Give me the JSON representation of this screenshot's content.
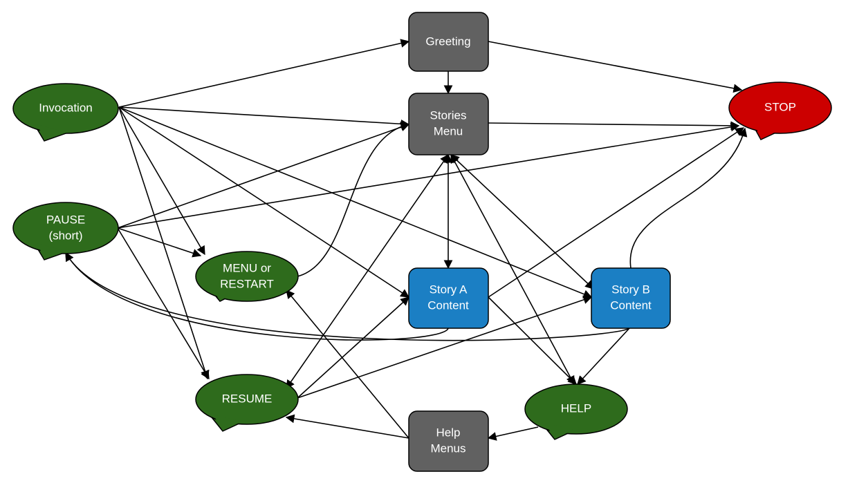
{
  "colors": {
    "screen": "#616161",
    "content": "#1b7fc4",
    "intent": "#2e6b1c",
    "stop": "#cc0000",
    "border": "#000000",
    "text": "#ffffff"
  },
  "nodes": {
    "greeting": {
      "lines": [
        "Greeting"
      ],
      "kind": "screen"
    },
    "stories": {
      "lines": [
        "Stories",
        "Menu"
      ],
      "kind": "screen"
    },
    "help_menus": {
      "lines": [
        "Help",
        "Menus"
      ],
      "kind": "screen"
    },
    "story_a": {
      "lines": [
        "Story A",
        "Content"
      ],
      "kind": "content"
    },
    "story_b": {
      "lines": [
        "Story B",
        "Content"
      ],
      "kind": "content"
    },
    "invocation": {
      "lines": [
        "Invocation"
      ],
      "kind": "intent"
    },
    "pause": {
      "lines": [
        "PAUSE",
        "(short)"
      ],
      "kind": "intent"
    },
    "menu_restart": {
      "lines": [
        "MENU or",
        "RESTART"
      ],
      "kind": "intent"
    },
    "resume": {
      "lines": [
        "RESUME"
      ],
      "kind": "intent"
    },
    "help": {
      "lines": [
        "HELP"
      ],
      "kind": "intent"
    },
    "stop": {
      "lines": [
        "STOP"
      ],
      "kind": "stop"
    }
  },
  "edges": [
    [
      "invocation",
      "greeting"
    ],
    [
      "invocation",
      "stories"
    ],
    [
      "invocation",
      "menu_restart"
    ],
    [
      "invocation",
      "resume"
    ],
    [
      "invocation",
      "story_a"
    ],
    [
      "invocation",
      "story_b"
    ],
    [
      "greeting",
      "stories"
    ],
    [
      "greeting",
      "stop"
    ],
    [
      "stories",
      "stop"
    ],
    [
      "stories",
      "story_a"
    ],
    [
      "story_a",
      "stories"
    ],
    [
      "stories",
      "resume"
    ],
    [
      "stories",
      "story_b"
    ],
    [
      "story_b",
      "stories"
    ],
    [
      "stories",
      "help"
    ],
    [
      "help",
      "stories"
    ],
    [
      "pause",
      "stories"
    ],
    [
      "pause",
      "stop"
    ],
    [
      "pause",
      "menu_restart"
    ],
    [
      "pause",
      "resume"
    ],
    [
      "menu_restart",
      "stories"
    ],
    [
      "story_a",
      "pause"
    ],
    [
      "story_b",
      "pause"
    ],
    [
      "story_a",
      "stop"
    ],
    [
      "story_a",
      "help"
    ],
    [
      "story_b",
      "stop"
    ],
    [
      "story_b",
      "help"
    ],
    [
      "resume",
      "story_a"
    ],
    [
      "resume",
      "story_b"
    ],
    [
      "help_menus",
      "resume"
    ],
    [
      "help_menus",
      "menu_restart"
    ],
    [
      "help",
      "help_menus"
    ]
  ]
}
